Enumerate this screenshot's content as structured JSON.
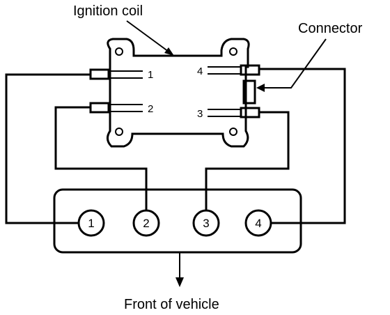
{
  "labels": {
    "ignition_coil": "Ignition coil",
    "connector": "Connector",
    "front_of_vehicle": "Front of vehicle"
  },
  "coil_terminals": {
    "t1": "1",
    "t2": "2",
    "t3": "3",
    "t4": "4"
  },
  "cylinders": {
    "c1": "1",
    "c2": "2",
    "c3": "3",
    "c4": "4"
  }
}
